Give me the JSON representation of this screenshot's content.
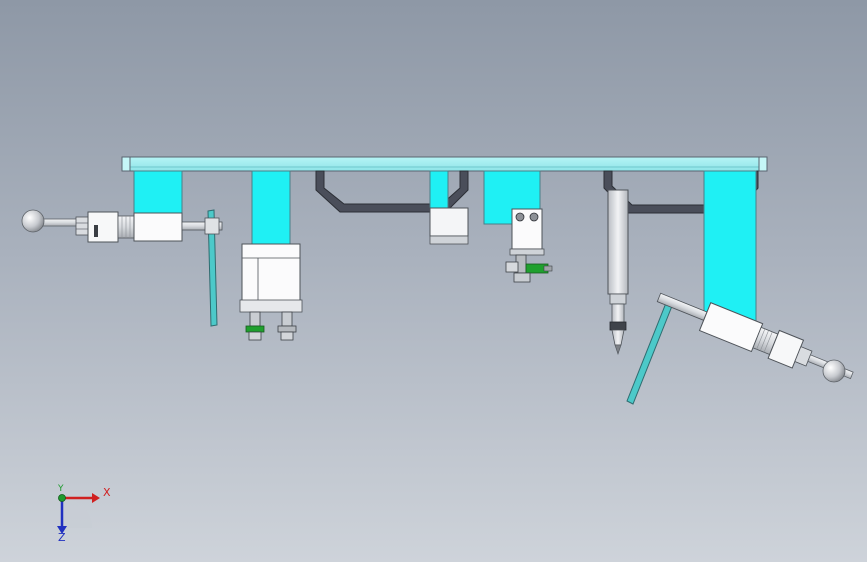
{
  "viewport": {
    "background_top": "#8e98a6",
    "background_bottom": "#ced3da"
  },
  "colors": {
    "plate": "#99eef0",
    "cyan_block": "#1ff0f4",
    "dark_bracket": "#4a4e5a",
    "steel": "#e3e6ea",
    "lever": "#4cc9c9",
    "green_part": "#1fa02e"
  },
  "parts": [
    "top-plate",
    "left-clamp-assembly",
    "left-support-arm",
    "cylinder-block-left",
    "bracket-left",
    "gripper-block",
    "sensor-block",
    "bracket-right",
    "probe-rod",
    "right-support-arm",
    "right-clamp-assembly"
  ],
  "triad": {
    "x_label": "X",
    "y_label": "Y",
    "z_label": "Z",
    "x_color": "#d02020",
    "y_color": "#1e9a2e",
    "z_color": "#2030c0"
  }
}
